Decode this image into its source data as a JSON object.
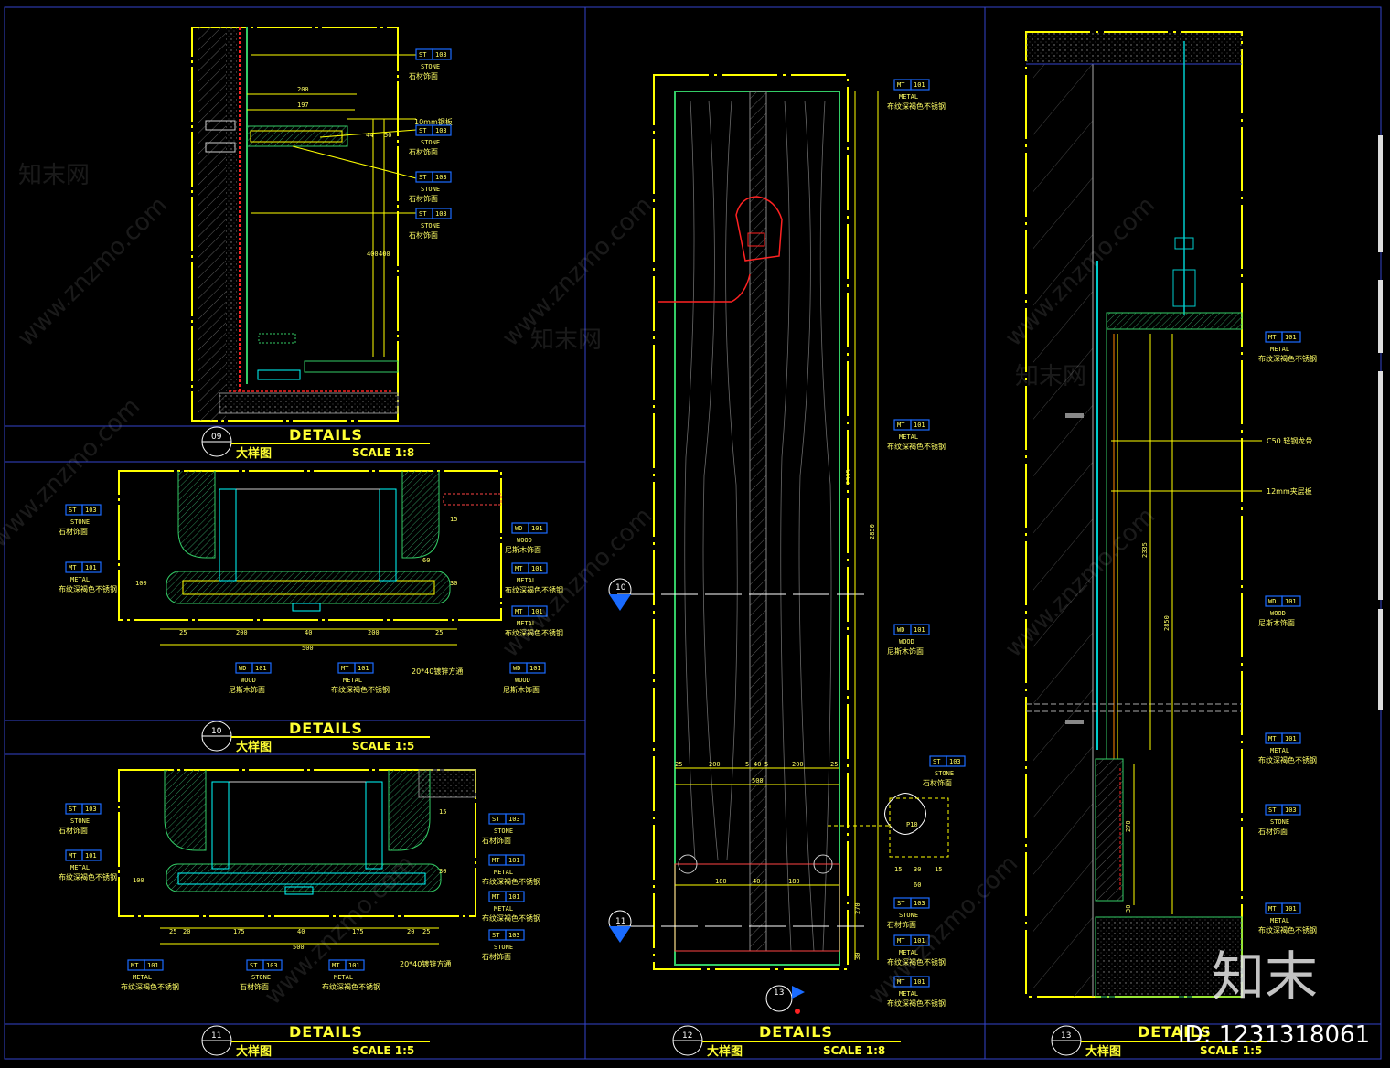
{
  "panels": [
    {
      "num": "09",
      "title": "DETAILS",
      "subtitle": "大样图",
      "scale": "SCALE 1:8"
    },
    {
      "num": "10",
      "title": "DETAILS",
      "subtitle": "大样图",
      "scale": "SCALE 1:5"
    },
    {
      "num": "11",
      "title": "DETAILS",
      "subtitle": "大样图",
      "scale": "SCALE 1:5"
    },
    {
      "num": "12",
      "title": "DETAILS",
      "subtitle": "大样图",
      "scale": "SCALE 1:8"
    },
    {
      "num": "13",
      "title": "DETAILS",
      "subtitle": "大样图",
      "scale": "SCALE 1:5"
    }
  ],
  "d09": {
    "tags": [
      {
        "code": "ST",
        "no": "103",
        "en": "STONE",
        "cn": "石材饰面"
      },
      {
        "code": "ST",
        "no": "103",
        "en": "STONE",
        "cn": "石材饰面"
      },
      {
        "code": "ST",
        "no": "103",
        "en": "STONE",
        "cn": "石材饰面"
      },
      {
        "code": "ST",
        "no": "103",
        "en": "STONE",
        "cn": "石材饰面"
      }
    ],
    "note": "10mm钢板",
    "dims": [
      "200",
      "197",
      "400",
      "400",
      "50",
      "44"
    ]
  },
  "d10": {
    "left_tags": [
      {
        "code": "ST",
        "no": "103",
        "en": "STONE",
        "cn": "石材饰面"
      },
      {
        "code": "MT",
        "no": "101",
        "en": "METAL",
        "cn": "布纹深褐色不锈钢"
      }
    ],
    "right_tags": [
      {
        "code": "WD",
        "no": "101",
        "en": "WOOD",
        "cn": "尼斯木饰面"
      },
      {
        "code": "MT",
        "no": "101",
        "en": "METAL",
        "cn": "布纹深褐色不锈钢"
      },
      {
        "code": "MT",
        "no": "101",
        "en": "METAL",
        "cn": "布纹深褐色不锈钢"
      }
    ],
    "bottom_tags": [
      {
        "code": "WD",
        "no": "101",
        "en": "WOOD",
        "cn": "尼斯木饰面"
      },
      {
        "code": "MT",
        "no": "101",
        "en": "METAL",
        "cn": "布纹深褐色不锈钢"
      },
      {
        "code": "WD",
        "no": "101",
        "en": "WOOD",
        "cn": "尼斯木饰面"
      }
    ],
    "note": "20*40镀锌方通",
    "dims": [
      "25",
      "200",
      "40",
      "200",
      "25",
      "500",
      "100",
      "60",
      "15",
      "30"
    ]
  },
  "d11": {
    "left_tags": [
      {
        "code": "ST",
        "no": "103",
        "en": "STONE",
        "cn": "石材饰面"
      },
      {
        "code": "MT",
        "no": "101",
        "en": "METAL",
        "cn": "布纹深褐色不锈钢"
      }
    ],
    "right_tags": [
      {
        "code": "ST",
        "no": "103",
        "en": "STONE",
        "cn": "石材饰面"
      },
      {
        "code": "MT",
        "no": "101",
        "en": "METAL",
        "cn": "布纹深褐色不锈钢"
      },
      {
        "code": "MT",
        "no": "101",
        "en": "METAL",
        "cn": "布纹深褐色不锈钢"
      },
      {
        "code": "ST",
        "no": "103",
        "en": "STONE",
        "cn": "石材饰面"
      }
    ],
    "bottom_tags": [
      {
        "code": "MT",
        "no": "101",
        "en": "METAL",
        "cn": "布纹深褐色不锈钢"
      },
      {
        "code": "ST",
        "no": "103",
        "en": "STONE",
        "cn": "石材饰面"
      },
      {
        "code": "MT",
        "no": "101",
        "en": "METAL",
        "cn": "布纹深褐色不锈钢"
      }
    ],
    "note": "20*40镀锌方通",
    "dims": [
      "25",
      "20",
      "175",
      "40",
      "175",
      "20",
      "25",
      "500",
      "100",
      "15",
      "30"
    ]
  },
  "d12": {
    "tags": [
      {
        "code": "MT",
        "no": "101",
        "en": "METAL",
        "cn": "布纹深褐色不锈钢"
      },
      {
        "code": "MT",
        "no": "101",
        "en": "METAL",
        "cn": "布纹深褐色不锈钢"
      },
      {
        "code": "WD",
        "no": "101",
        "en": "WOOD",
        "cn": "尼斯木饰面"
      },
      {
        "code": "ST",
        "no": "103",
        "en": "STONE",
        "cn": "石材饰面"
      },
      {
        "code": "MT",
        "no": "101",
        "en": "METAL",
        "cn": "布纹深褐色不锈钢"
      },
      {
        "code": "MT",
        "no": "101",
        "en": "METAL",
        "cn": "布纹深褐色不锈钢"
      }
    ],
    "ornament_tag": {
      "code": "ST",
      "no": "103",
      "en": "STONE",
      "cn": "石材饰面"
    },
    "ornament_label": "P10",
    "dims": [
      "2335",
      "2850",
      "25",
      "200",
      "5",
      "40",
      "5",
      "200",
      "25",
      "500",
      "180",
      "40",
      "180",
      "270",
      "30",
      "15",
      "30",
      "15",
      "60"
    ],
    "markers": [
      "10",
      "11",
      "13"
    ]
  },
  "d13": {
    "tags": [
      {
        "code": "MT",
        "no": "101",
        "en": "METAL",
        "cn": "布纹深褐色不锈钢"
      },
      {
        "code": "WD",
        "no": "101",
        "en": "WOOD",
        "cn": "尼斯木饰面"
      },
      {
        "code": "MT",
        "no": "101",
        "en": "METAL",
        "cn": "布纹深褐色不锈钢"
      },
      {
        "code": "ST",
        "no": "103",
        "en": "STONE",
        "cn": "石材饰面"
      },
      {
        "code": "MT",
        "no": "101",
        "en": "METAL",
        "cn": "布纹深褐色不锈钢"
      }
    ],
    "notes": [
      "C50 轻钢龙骨",
      "12mm夹层板"
    ],
    "dims": [
      "2335",
      "2850",
      "270",
      "30"
    ]
  },
  "watermark": "www.znzmo.com",
  "watermark_cn": "知末网",
  "brand": "知末",
  "id_label": "ID: 1231318061"
}
